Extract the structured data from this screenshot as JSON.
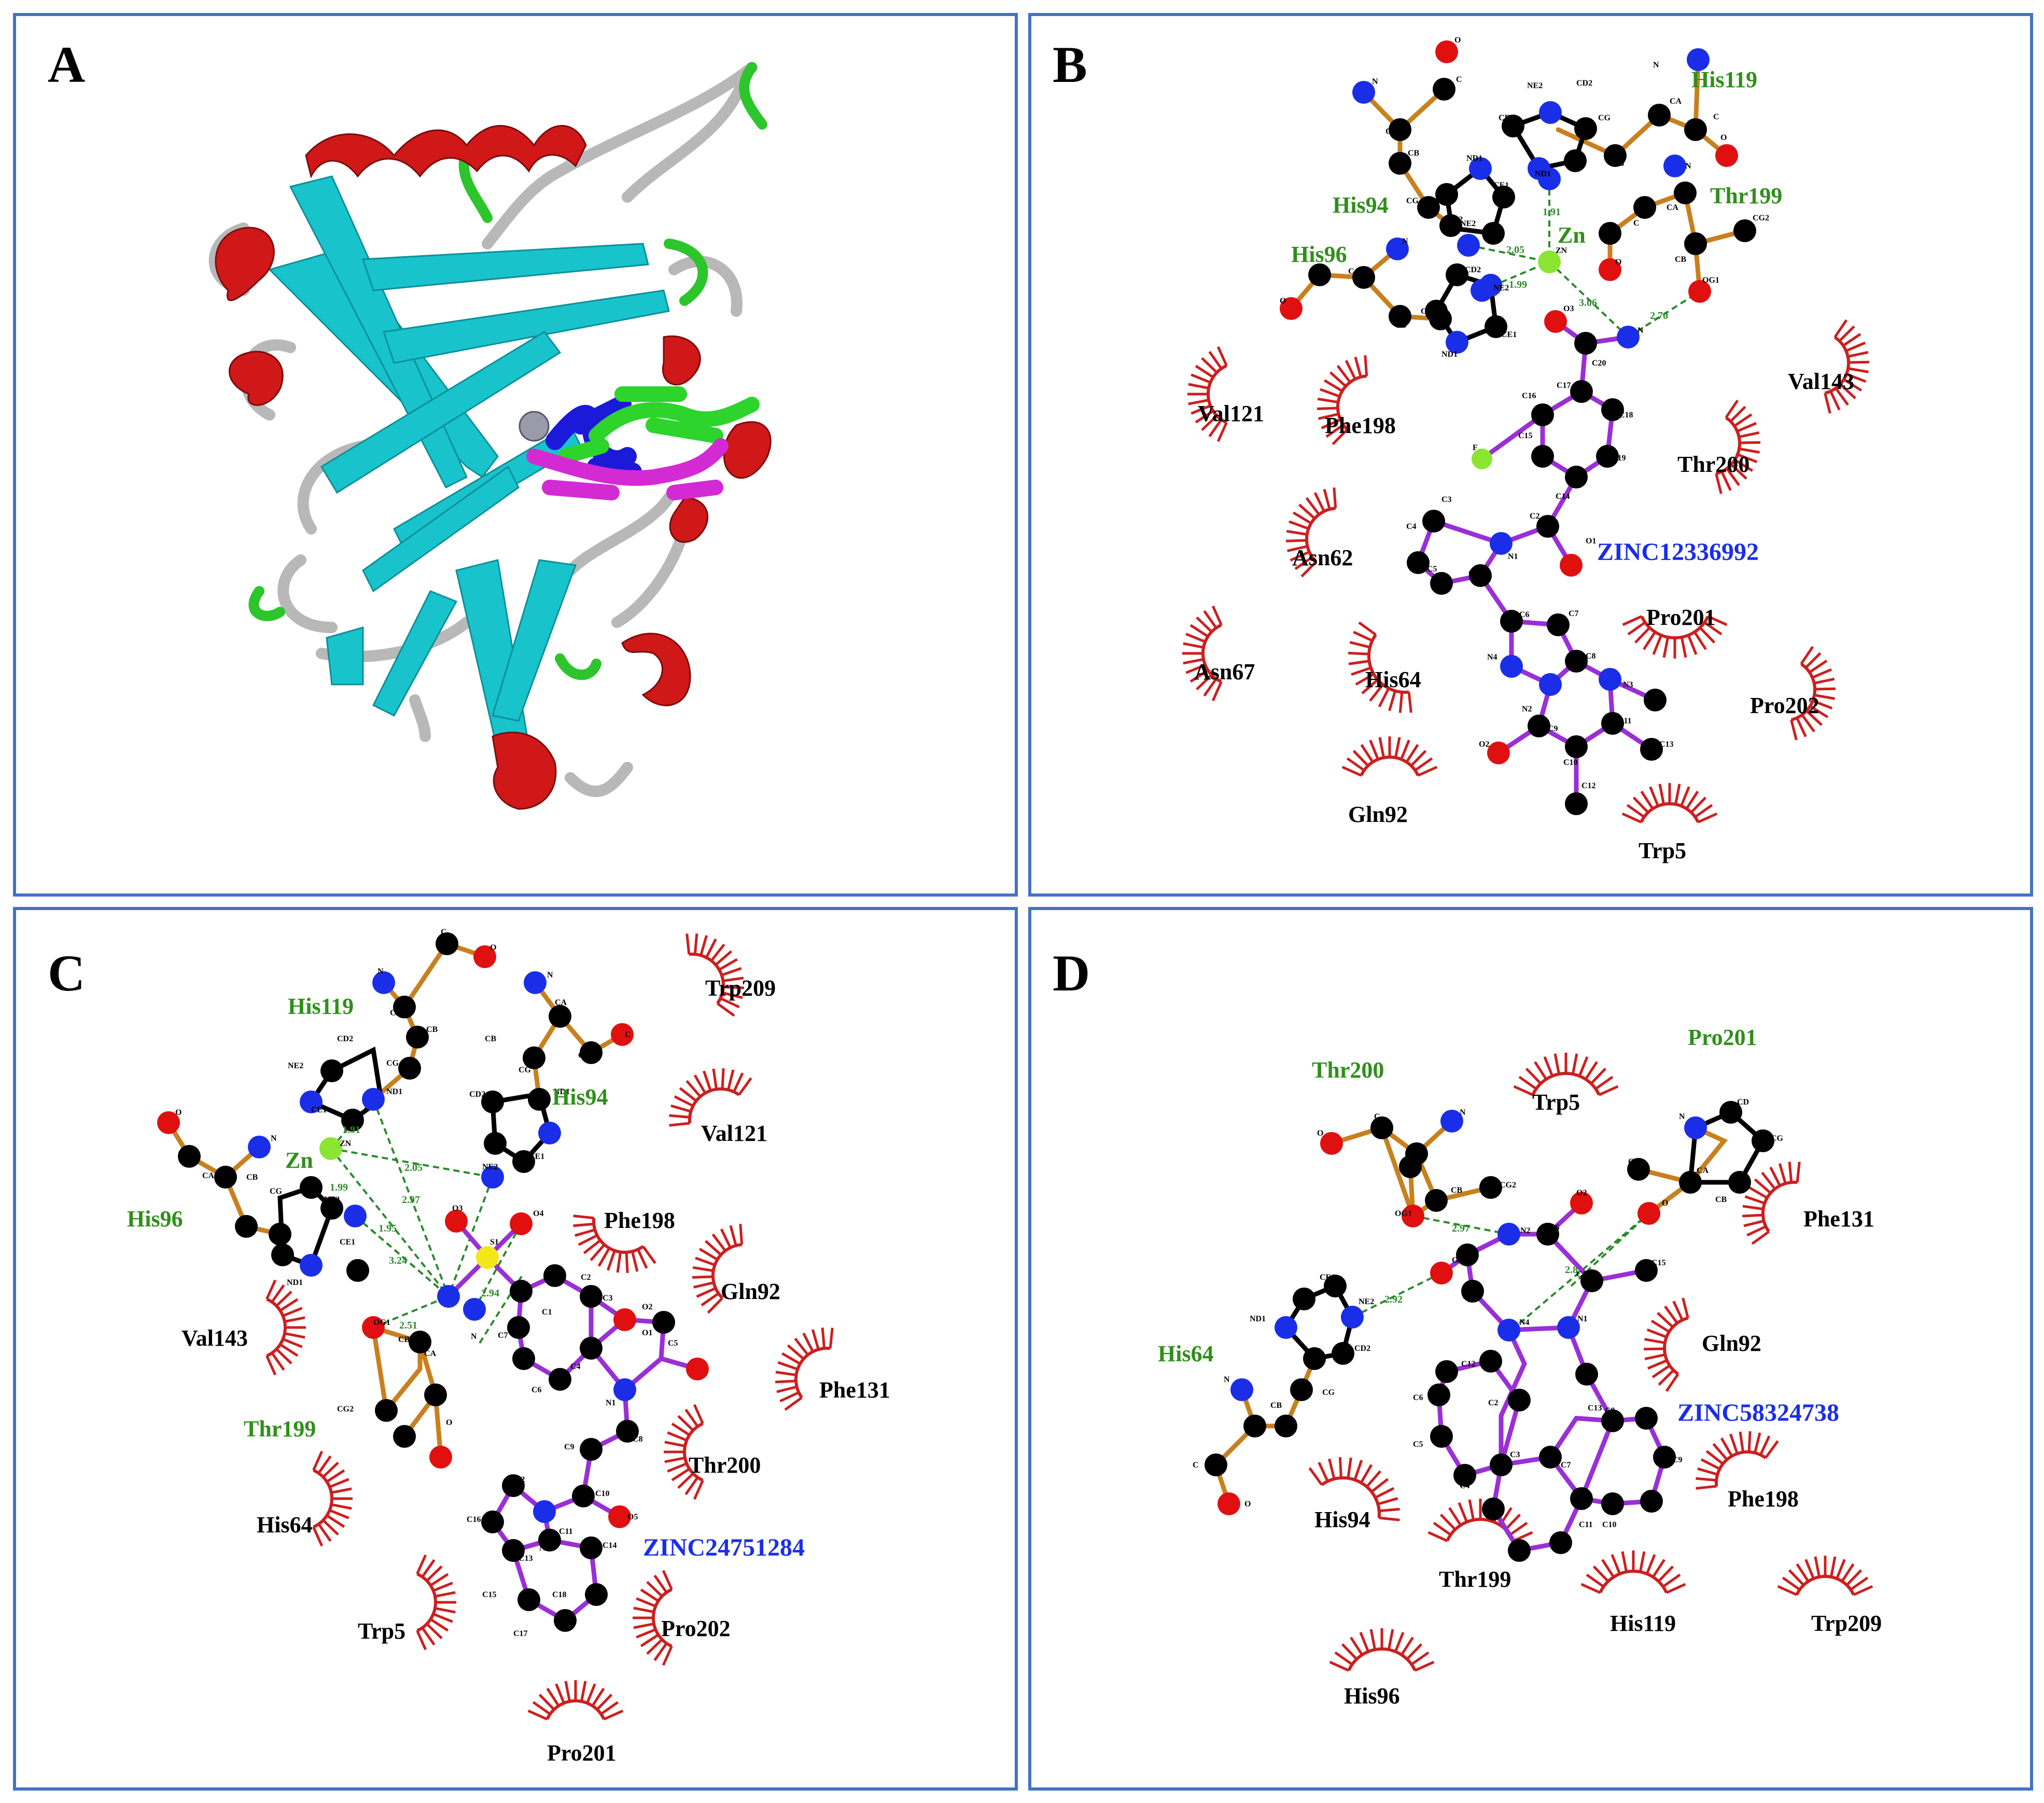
{
  "panels": [
    {
      "id": "A",
      "letter": "A",
      "kind": "ribbon"
    },
    {
      "id": "B",
      "letter": "B",
      "kind": "ligplot",
      "residues": {
        "his119": "His119",
        "his94": "His94",
        "his96": "His96",
        "thr199": "Thr199",
        "zn": "Zn",
        "ligand": "ZINC12336992"
      },
      "hydrophobic": [
        "Val121",
        "Phe198",
        "Val143",
        "Thr200",
        "Asn62",
        "Pro201",
        "Asn67",
        "His64",
        "Pro202",
        "Gln92",
        "Trp5"
      ],
      "distances": [
        "1.91",
        "2.05",
        "1.99",
        "3.06",
        "2.70"
      ],
      "atoms": [
        "N",
        "CA",
        "C",
        "O",
        "CB",
        "CG",
        "ND1",
        "CD2",
        "NE2",
        "CE1",
        "ZN",
        "OG1",
        "CG2",
        "O3",
        "N",
        "C20",
        "C17",
        "C16",
        "C18",
        "C15",
        "C19",
        "F",
        "C14",
        "C2",
        "O1",
        "N1",
        "C3",
        "C4",
        "C5",
        "C1",
        "C6",
        "C7",
        "C8",
        "N3",
        "N4",
        "N2",
        "C11",
        "C9",
        "C13",
        "C10",
        "O2",
        "C12"
      ]
    },
    {
      "id": "C",
      "letter": "C",
      "kind": "ligplot",
      "residues": {
        "his119": "His119",
        "his94": "His94",
        "his96": "His96",
        "thr199": "Thr199",
        "zn": "Zn",
        "ligand": "ZINC24751284"
      },
      "hydrophobic": [
        "Trp209",
        "Val121",
        "Phe198",
        "Gln92",
        "Val143",
        "Phe131",
        "Thr200",
        "His64",
        "Pro202",
        "Trp5",
        "Pro201"
      ],
      "distances": [
        "1.91",
        "2.05",
        "1.99",
        "2.97",
        "1.95",
        "3.24",
        "2.51",
        "2.94"
      ],
      "atoms": [
        "N",
        "C",
        "O",
        "CA",
        "CB",
        "CG",
        "CD2",
        "NE2",
        "CE1",
        "ND1",
        "ZN",
        "OG1",
        "CG2",
        "O3",
        "O4",
        "S1",
        "C2",
        "C3",
        "C1",
        "C7",
        "C4",
        "C6",
        "O2",
        "C5",
        "O1",
        "N1",
        "C8",
        "C9",
        "C10",
        "O5",
        "N3",
        "C12",
        "C11",
        "C16",
        "C13",
        "C14",
        "C15",
        "C18",
        "C17"
      ]
    },
    {
      "id": "D",
      "letter": "D",
      "kind": "ligplot",
      "residues": {
        "thr200": "Thr200",
        "pro201": "Pro201",
        "his64": "His64",
        "ligand": "ZINC58324738"
      },
      "hydrophobic": [
        "Trp5",
        "Phe131",
        "Gln92",
        "Phe198",
        "His94",
        "Thr199",
        "His119",
        "Trp209",
        "His96"
      ],
      "distances": [
        "2.97",
        "2.92",
        "2.8"
      ],
      "atoms": [
        "N",
        "CA",
        "C",
        "O",
        "CB",
        "CG2",
        "OG1",
        "CD",
        "CG",
        "O2",
        "N2",
        "C16",
        "C14",
        "C15",
        "O1",
        "C17",
        "N4",
        "N1",
        "NE2",
        "ND1",
        "CE1",
        "CD2",
        "C12",
        "C6",
        "C2",
        "C5",
        "C4",
        "C3",
        "C7",
        "C13",
        "C8",
        "C9",
        "C11",
        "C10"
      ]
    }
  ],
  "colors": {
    "bond_res": "#c8801e",
    "bond_lig": "#9a2fd6",
    "carbon": "#000000",
    "nitrogen": "#1a2ee8",
    "oxygen": "#e01010",
    "zinc": "#8ae632",
    "sulfur": "#f3e61a",
    "hbond": "#2a8a2a",
    "hydrophobic": "#cc1f1f",
    "res_label": "#2f8f1a",
    "lig_label": "#1a2ee8",
    "frame": "#4472c4",
    "helix": "#d01818",
    "sheet": "#19c3cc",
    "coil": "#b8b8b8",
    "turn": "#2cc52c"
  }
}
